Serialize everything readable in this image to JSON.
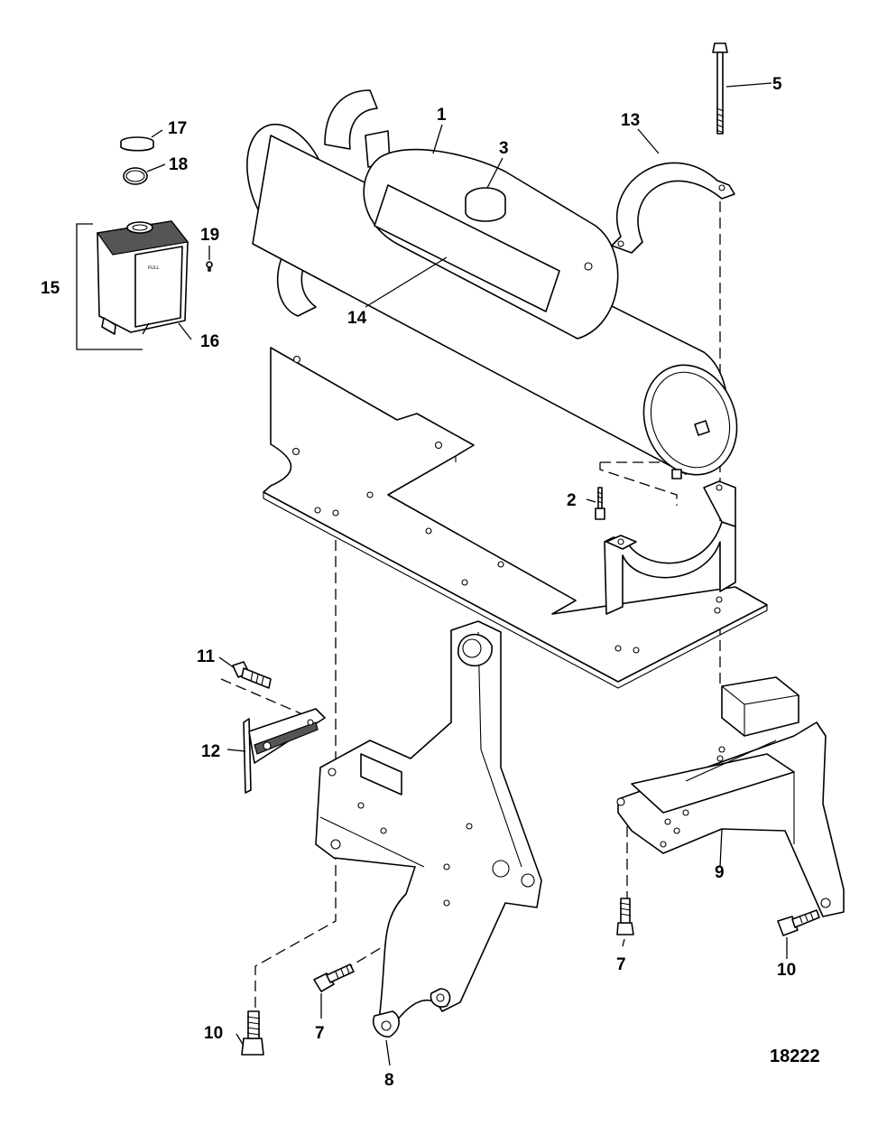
{
  "figure_number": "18222",
  "callouts": [
    {
      "id": "c1",
      "label": "1"
    },
    {
      "id": "c2",
      "label": "2"
    },
    {
      "id": "c3",
      "label": "3"
    },
    {
      "id": "c5",
      "label": "5"
    },
    {
      "id": "c7a",
      "label": "7"
    },
    {
      "id": "c7b",
      "label": "7"
    },
    {
      "id": "c8",
      "label": "8"
    },
    {
      "id": "c9",
      "label": "9"
    },
    {
      "id": "c10a",
      "label": "10"
    },
    {
      "id": "c10b",
      "label": "10"
    },
    {
      "id": "c11",
      "label": "11"
    },
    {
      "id": "c12",
      "label": "12"
    },
    {
      "id": "c13",
      "label": "13"
    },
    {
      "id": "c14",
      "label": "14"
    },
    {
      "id": "c15",
      "label": "15"
    },
    {
      "id": "c16",
      "label": "16"
    },
    {
      "id": "c17",
      "label": "17"
    },
    {
      "id": "c18",
      "label": "18"
    },
    {
      "id": "c19",
      "label": "19"
    }
  ]
}
